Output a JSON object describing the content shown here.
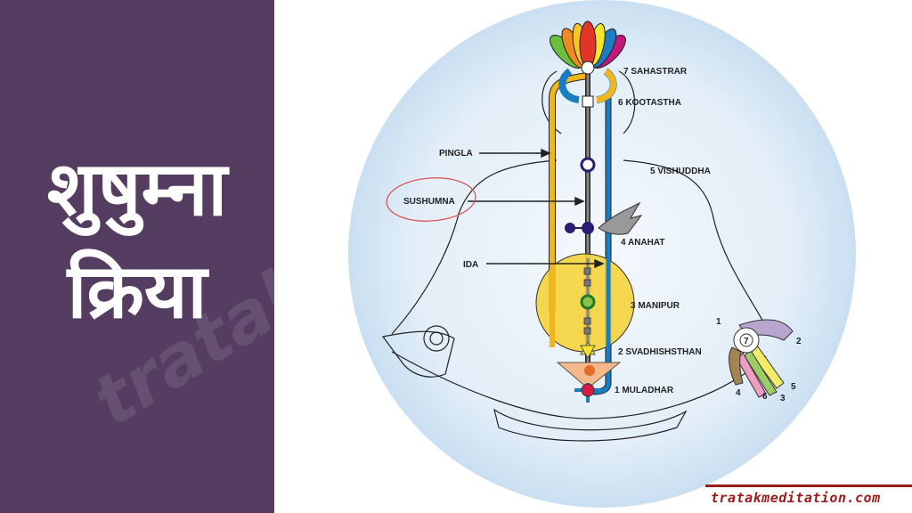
{
  "title": {
    "line1": "शुषुम्ना",
    "line2": "क्रिया"
  },
  "watermark": "tratak",
  "colors": {
    "panel": "#553d62",
    "brand": "#9b1b1b",
    "pingla": "#f2b61d",
    "ida": "#1a7cc1",
    "sushumna": "#666666"
  },
  "diagram": {
    "chakras": {
      "c7": "7 SAHASTRAR",
      "c6": "6 KOOTASTHA",
      "c5": "5 VISHUDDHA",
      "c4": "4 ANAHAT",
      "c3": "3 MANIPUR",
      "c2": "2 SVADHISHSTHAN",
      "c1": "1 MULADHAR"
    },
    "nadis": {
      "pingla": "PINGLA",
      "sushumna": "SUSHUMNA",
      "ida": "IDA"
    },
    "fingers": {
      "f1": "1",
      "f2": "2",
      "f3": "3",
      "f4": "4",
      "f5": "5",
      "f6": "6",
      "f7": "7"
    }
  },
  "footer": {
    "site": "tratakmeditation.com"
  }
}
